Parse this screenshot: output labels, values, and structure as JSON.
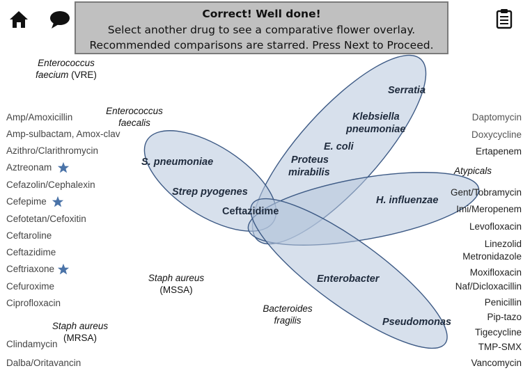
{
  "banner": {
    "line1": "Correct!  Well done!",
    "line2": "Select another drug to see a comparative flower overlay.",
    "line3": "Recommended comparisons are starred.  Press Next to Proceed."
  },
  "icons": {
    "home": "home-icon",
    "chat": "speech-bubble-icon",
    "notes": "clipboard-icon",
    "star": "star-icon"
  },
  "colors": {
    "petal_fill": "#b7c6dc",
    "petal_stroke": "#3d5a85",
    "star": "#4a73a8"
  },
  "organisms": {
    "vre_line1": "Enterococcus",
    "vre_line2": "faecium",
    "vre_suffix": "(VRE)",
    "faecalis_line1": "Enterococcus",
    "faecalis_line2": "faecalis",
    "atypicals": "Atypicals",
    "mssa_line1": "Staph aureus",
    "mssa_line2": "(MSSA)",
    "mrsa_line1": "Staph aureus",
    "mrsa_line2": "(MRSA)",
    "bacteroides_line1": "Bacteroides",
    "bacteroides_line2": "fragilis"
  },
  "flower": {
    "center": "Ceftazidime",
    "petals": {
      "serratia": "Serratia",
      "klebsiella_1": "Klebsiella",
      "klebsiella_2": "pneumoniae",
      "ecoli": "E. coli",
      "proteus_1": "Proteus",
      "proteus_2": "mirabilis",
      "spneumo": "S. pneumoniae",
      "strep": "Strep pyogenes",
      "hinflu": "H. influenzae",
      "enterobacter": "Enterobacter",
      "pseudomonas": "Pseudomonas"
    }
  },
  "left_drugs": [
    {
      "label": "Amp/Amoxicillin",
      "starred": false
    },
    {
      "label": "Amp-sulbactam, Amox-clav",
      "starred": false
    },
    {
      "label": "Azithro/Clarithromycin",
      "starred": false
    },
    {
      "label": "Aztreonam",
      "starred": true
    },
    {
      "label": "Cefazolin/Cephalexin",
      "starred": false
    },
    {
      "label": "Cefepime",
      "starred": true
    },
    {
      "label": "Cefotetan/Cefoxitin",
      "starred": false
    },
    {
      "label": "Ceftaroline",
      "starred": false
    },
    {
      "label": "Ceftazidime",
      "starred": false
    },
    {
      "label": "Ceftriaxone",
      "starred": true
    },
    {
      "label": "Cefuroxime",
      "starred": false
    },
    {
      "label": "Ciprofloxacin",
      "starred": false
    },
    {
      "label": "Clindamycin",
      "starred": false
    },
    {
      "label": "Dalba/Oritavancin",
      "starred": false
    }
  ],
  "right_drugs": [
    "Daptomycin",
    "Doxycycline",
    "Ertapenem",
    "Gent/Tobramycin",
    "Imi/Meropenem",
    "Levofloxacin",
    "Linezolid",
    "Metronidazole",
    "Moxifloxacin",
    "Naf/Dicloxacillin",
    "Penicillin",
    "Pip-tazo",
    "Tigecycline",
    "TMP-SMX",
    "Vancomycin"
  ]
}
